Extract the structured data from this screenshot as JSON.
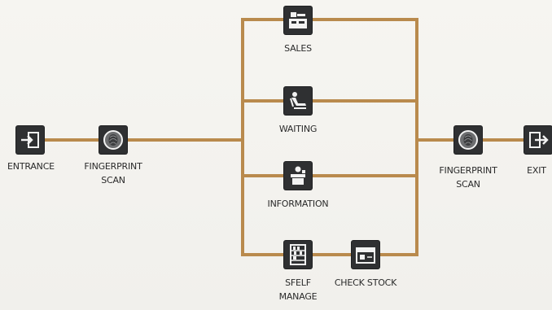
{
  "diagram": {
    "line_color": "#b98a4d",
    "icon_bg": "#2f3032",
    "nodes": {
      "entrance": {
        "label": "ENTRANCE",
        "icon": "entrance-arrow-icon"
      },
      "fingerprint_in": {
        "label": "FINGERPRINT\nSCAN",
        "icon": "fingerprint-icon"
      },
      "sales": {
        "label": "SALES",
        "icon": "cash-register-icon"
      },
      "waiting": {
        "label": "WAITING",
        "icon": "reclining-chair-icon"
      },
      "information": {
        "label": "INFORMATION",
        "icon": "info-desk-icon"
      },
      "shelf_manage": {
        "label": "SFELF\nMANAGE",
        "icon": "shelf-icon"
      },
      "check_stock": {
        "label": "CHECK STOCK",
        "icon": "stock-box-icon"
      },
      "fingerprint_out": {
        "label": "FINGERPRINT\nSCAN",
        "icon": "fingerprint-icon"
      },
      "exit": {
        "label": "EXIT",
        "icon": "exit-arrow-icon"
      }
    }
  }
}
